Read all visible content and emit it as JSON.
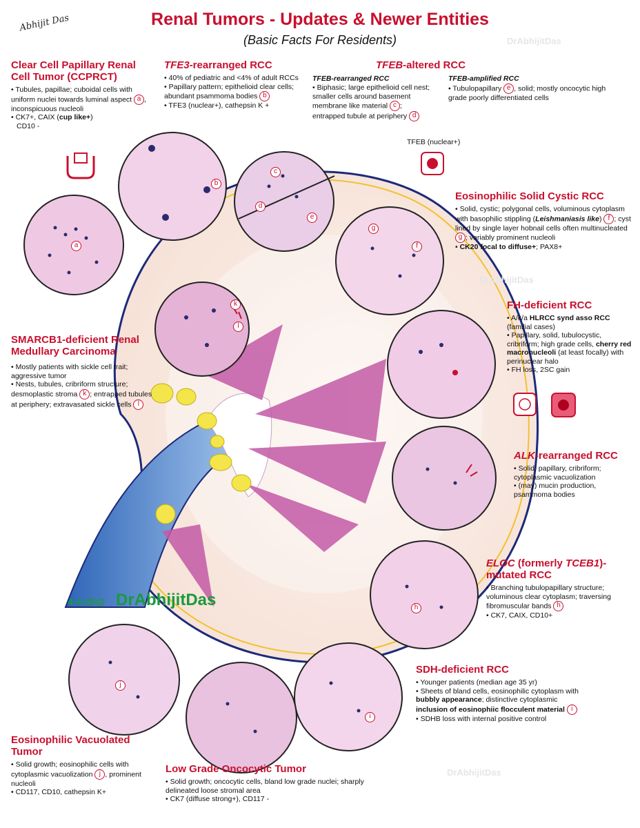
{
  "header": {
    "title": "Renal Tumors - Updates & Newer Entities",
    "subtitle": "(Basic Facts For Residents)",
    "signature": "Abhijit Das"
  },
  "watermark": "DrAbhijitDas",
  "footer": {
    "date": "4-4-25@",
    "handle": "DrAbhijitDas"
  },
  "colors": {
    "heading": "#c8102e",
    "accent_green": "#1a9a3c",
    "tissue_pink": "#d98bc0",
    "nucleus": "#2b2a6e"
  },
  "entities": {
    "ccprct": {
      "title": "Clear Cell Papillary Renal Cell Tumor (CCPRCT)",
      "b1": "Tubules, papillae; cuboidal cells with uniform nuclei towards luminal aspect",
      "b1m": "a",
      "b1end": ", inconspicuous nucleoli",
      "b2a": "CK7+, CAIX (",
      "b2bold": "cup like+",
      "b2b": ")",
      "b3": "CD10 -"
    },
    "tfe3": {
      "title_italic": "TFE3",
      "title_rest": "-rearranged RCC",
      "b1": "40% of pediatric and <4% of adult RCCs",
      "b2": "Papillary pattern; epithelioid clear cells; abundant psammoma bodies",
      "b2m": "b",
      "b3": "TFE3 (nuclear+), cathepsin K +"
    },
    "tfeb": {
      "title_italic": "TFEB",
      "title_rest": "-altered RCC",
      "rearranged": {
        "sub": "TFEB-rearranged RCC",
        "b1": "Biphasic; large epithelioid cell nest; smaller cells around basement membrane like material",
        "b1m": "c",
        "b1end": "; entrapped tubule at periphery",
        "b1m2": "d"
      },
      "amplified": {
        "sub": "TFEB-amplified RCC",
        "b1": "Tubulopapillary",
        "b1m": "e",
        "b1end": ", solid; mostly oncocytic high grade poorly differentiated cells"
      },
      "stain_label": "TFEB (nuclear+)"
    },
    "escrcc": {
      "title": "Eosinophilic Solid Cystic RCC",
      "b1a": "Solid, cystic; polygonal cells, voluminous cytoplasm with basophilic stippling (",
      "b1italic": "Leishmaniasis like",
      "b1b": ")",
      "b1m": "f",
      "b1c": "; cyst lined by single layer hobnail cells often multinucleated",
      "b1m2": "g",
      "b1d": "; variably prominent nucleoli",
      "b2bold": "CK20 focal to diffuse+",
      "b2rest": "; PAX8+"
    },
    "fh": {
      "title": "FH-deficient RCC",
      "b1a": "A/k/a ",
      "b1bold": "HLRCC synd asso RCC",
      "b1b": " (familial cases)",
      "b2a": "Papillary, solid, tubulocystic, cribriform; high grade cells, ",
      "b2bold": "cherry red macronucleoli",
      "b2b": " (at least focally) with perinuclear halo",
      "b3": "FH loss, 2SC gain"
    },
    "alk": {
      "title_italic": "ALK",
      "title_rest": "-rearranged RCC",
      "b1": "Solid, papillary, cribriform; cytoplasmic vacuolization",
      "b2": "(may) mucin production, psammoma bodies"
    },
    "eloc": {
      "title_italic": "ELOC",
      "title_mid": " (formerly ",
      "title_italic2": "TCEB1",
      "title_rest": ")-mutated RCC",
      "b1": "Branching tubulopapillary structure; voluminous clear cytoplasm; traversing fibromuscular bands",
      "b1m": "h",
      "b2": "CK7, CAIX, CD10+"
    },
    "sdh": {
      "title": "SDH-deficient RCC",
      "b1": "Younger patients (median age 35 yr)",
      "b2a": "Sheets of bland cells, eosinophilic cytoplasm with ",
      "b2bold": "bubbly appearance",
      "b2b": "; distinctive cytoplasmic ",
      "b2bold2": "inclusion of eosinophiic flocculent material",
      "b2m": "i",
      "b3": "SDHB loss with internal positive control"
    },
    "smarcb1": {
      "title": "SMARCB1-deficient Renal Medullary Carcinoma",
      "b1": "Mostly patients with sickle cell trait; aggressive tumor",
      "b2": "Nests, tubules, cribriform structure; desmoplastic stroma",
      "b2m": "k",
      "b2end": "; entrapped tubules at periphery; extravasated sickle cells",
      "b2m2": "l"
    },
    "evt": {
      "title": "Eosinophilic Vacuolated Tumor",
      "b1": "Solid growth; eosinophilic cells with cytoplasmic vacuolization",
      "b1m": "j",
      "b1end": ", prominent nucleoli",
      "b2": "CD117, CD10, cathepsin K+"
    },
    "lot": {
      "title": "Low Grade Oncocytic Tumor",
      "b1": "Solid growth; oncocytic cells, bland low grade nuclei; sharply delineated loose stromal area",
      "b2": "CK7 (diffuse strong+), CD117 -"
    }
  },
  "circle_markers": [
    "a",
    "b",
    "c",
    "d",
    "e",
    "f",
    "g",
    "h",
    "i",
    "j",
    "k",
    "l"
  ]
}
